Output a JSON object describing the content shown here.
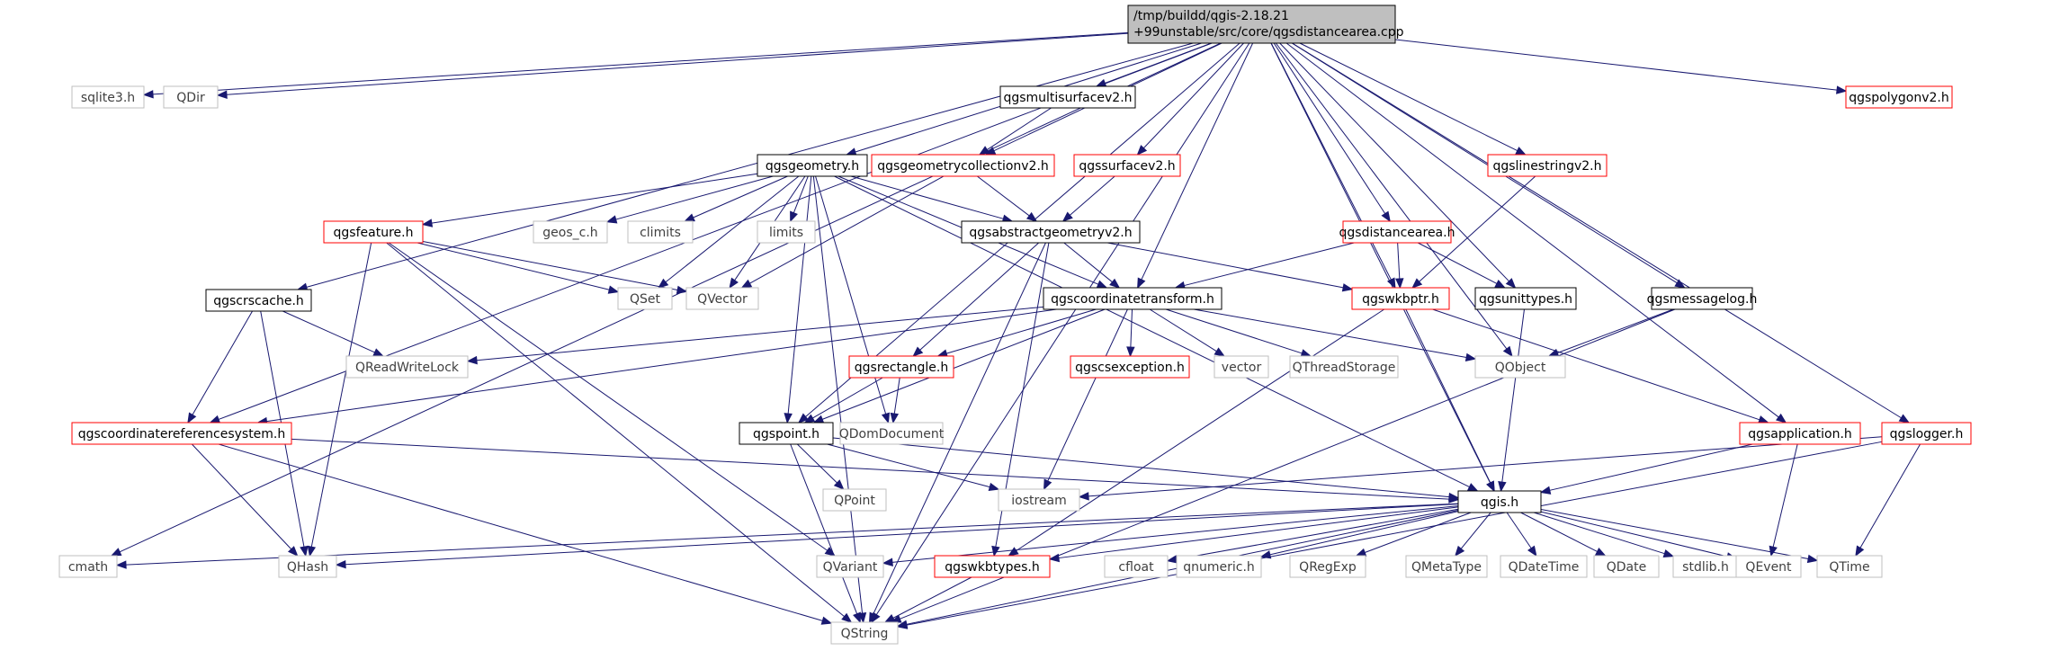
{
  "root_label": [
    "/tmp/buildd/qgis-2.18.21",
    "+99unstable/src/core/qgsdistancearea.cpp"
  ],
  "colors": {
    "edge": "#191970",
    "root_fill": "#bfbfbf",
    "documented_border": "#000000",
    "has_children_border": "#ff0000",
    "system_border": "#bfbfbf",
    "system_text": "#404040"
  },
  "nodes": {
    "root": "/tmp/buildd/qgis-2.18.21 +99unstable/src/core/qgsdistancearea.cpp",
    "sqlite3": "sqlite3.h",
    "qdir": "QDir",
    "qgsmultisurfacev2": "qgsmultisurfacev2.h",
    "qgspolygonv2": "qgspolygonv2.h",
    "qgsgeometry": "qgsgeometry.h",
    "qgsgeometrycollectionv2": "qgsgeometrycollectionv2.h",
    "qgssurfacev2": "qgssurfacev2.h",
    "qgslinestringv2": "qgslinestringv2.h",
    "qgsfeature": "qgsfeature.h",
    "geos_c": "geos_c.h",
    "climits": "climits",
    "limits": "limits",
    "qgsabstractgeometryv2": "qgsabstractgeometryv2.h",
    "qgsdistancearea_h": "qgsdistancearea.h",
    "qgscrscache": "qgscrscache.h",
    "qset": "QSet",
    "qvector": "QVector",
    "qgscoordinatetransform": "qgscoordinatetransform.h",
    "qgswkbptr": "qgswkbptr.h",
    "qgsunittypes": "qgsunittypes.h",
    "qgsmessagelog": "qgsmessagelog.h",
    "qreadwritelock": "QReadWriteLock",
    "qgsrectangle": "qgsrectangle.h",
    "qgscsexception": "qgscsexception.h",
    "vector": "vector",
    "qthreadstorage": "QThreadStorage",
    "qobject": "QObject",
    "qgscoordinatereferencesystem": "qgscoordinatereferencesystem.h",
    "qgspoint": "qgspoint.h",
    "qdomdocument": "QDomDocument",
    "qgsapplication": "qgsapplication.h",
    "qgslogger": "qgslogger.h",
    "qpoint": "QPoint",
    "iostream": "iostream",
    "qgis": "qgis.h",
    "cmath": "cmath",
    "qhash": "QHash",
    "qvariant": "QVariant",
    "qgswkbtypes": "qgswkbtypes.h",
    "cfloat": "cfloat",
    "qnumeric": "qnumeric.h",
    "qregexp": "QRegExp",
    "qmetatype": "QMetaType",
    "qdatetime": "QDateTime",
    "qdate": "QDate",
    "stdlib": "stdlib.h",
    "qevent": "QEvent",
    "qtime": "QTime",
    "qstring": "QString"
  }
}
